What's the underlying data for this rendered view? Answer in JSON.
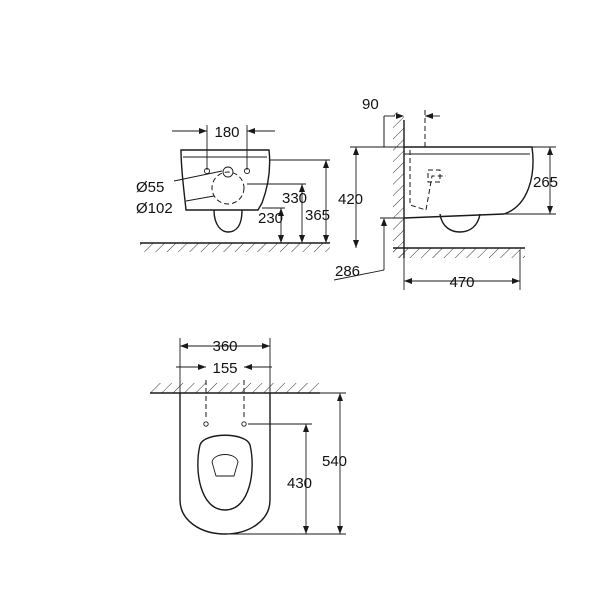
{
  "front_view": {
    "dim_180": "180",
    "dim_55": "Ø55",
    "dim_102": "Ø102",
    "dim_330": "330",
    "dim_230": "230",
    "dim_365": "365"
  },
  "side_view": {
    "dim_90": "90",
    "dim_420": "420",
    "dim_265": "265",
    "dim_286": "286",
    "dim_470": "470"
  },
  "top_view": {
    "dim_360": "360",
    "dim_155": "155",
    "dim_430": "430",
    "dim_540": "540"
  }
}
